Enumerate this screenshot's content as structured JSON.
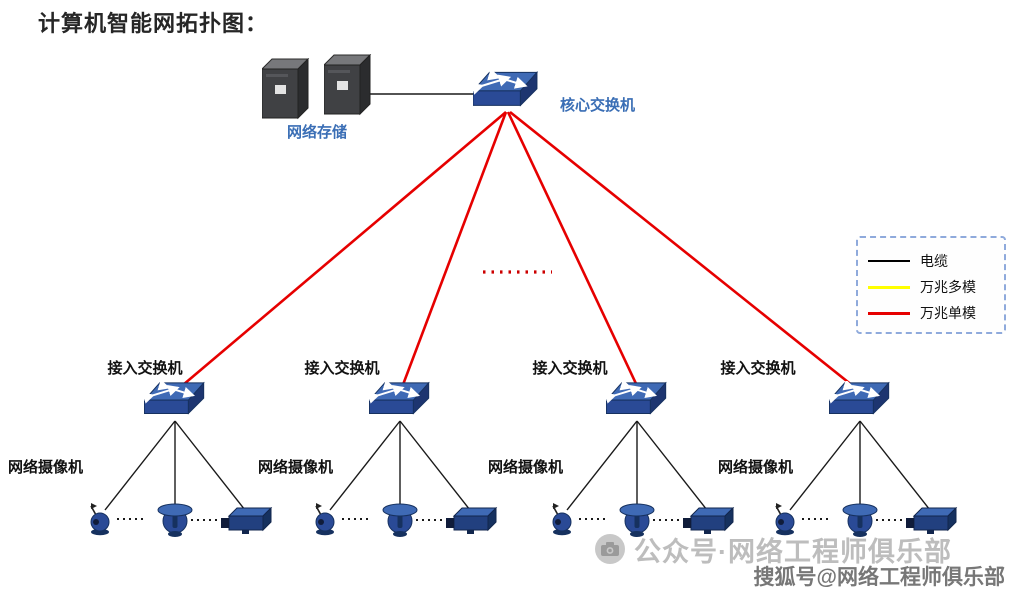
{
  "title": "计算机智能网拓扑图：",
  "devices": {
    "storage": {
      "label": "网络存储"
    },
    "core_switch": {
      "label": "核心交换机"
    },
    "access_switches": [
      {
        "label": "接入交换机"
      },
      {
        "label": "接入交换机"
      },
      {
        "label": "接入交换机"
      },
      {
        "label": "接入交换机"
      }
    ],
    "camera_groups": [
      {
        "label": "网络摄像机"
      },
      {
        "label": "网络摄像机"
      },
      {
        "label": "网络摄像机"
      },
      {
        "label": "网络摄像机"
      }
    ]
  },
  "legend": {
    "items": [
      {
        "label": "电缆",
        "color": "#000000"
      },
      {
        "label": "万兆多模",
        "color": "#ffff00"
      },
      {
        "label": "万兆单模",
        "color": "#e60000"
      }
    ]
  },
  "watermark": {
    "line1": "公众号·网络工程师俱乐部",
    "line2": "搜狐号@网络工程师俱乐部"
  }
}
